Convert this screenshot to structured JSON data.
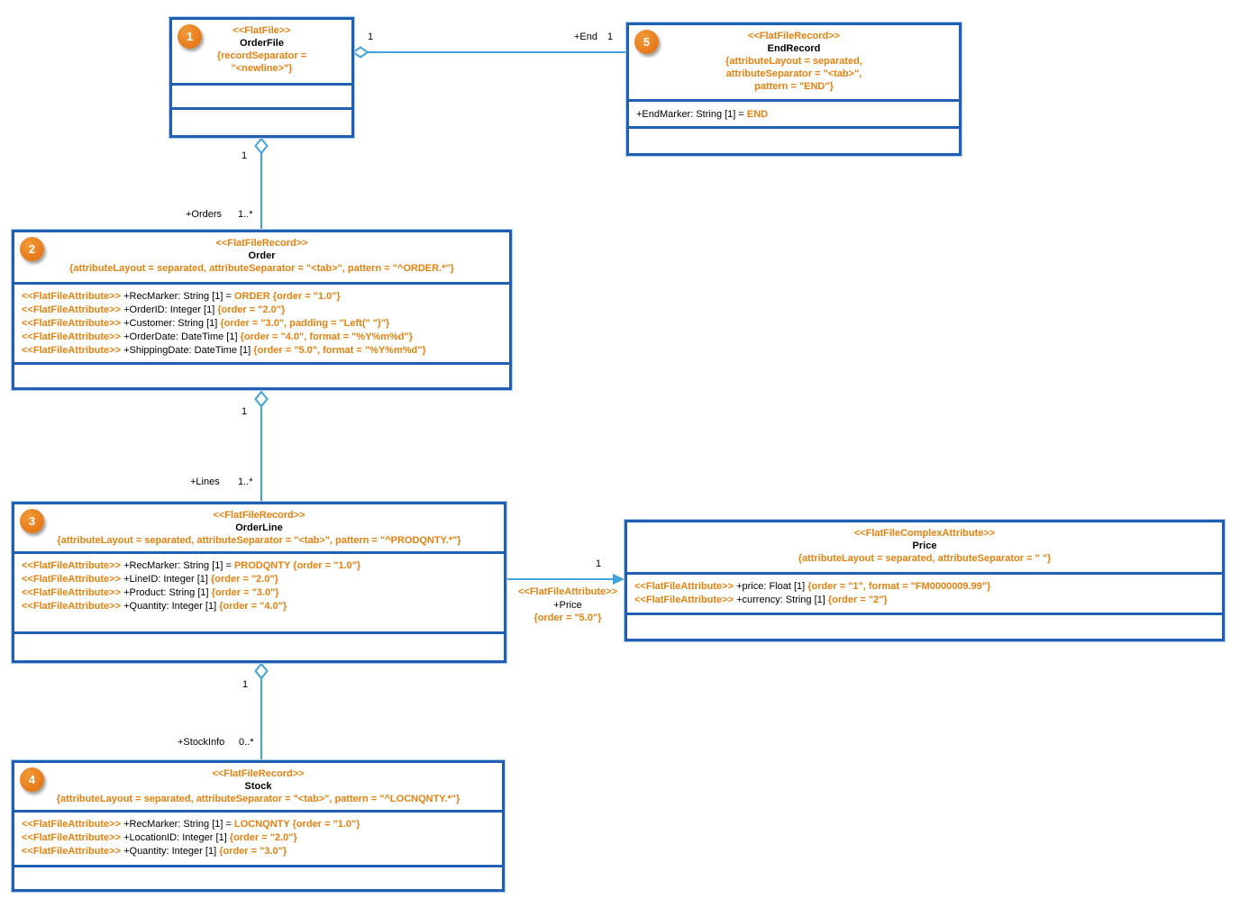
{
  "colors": {
    "box_border_blue": "#1F5FB4",
    "box_border_halo": "#AECBEC",
    "accent_orange": "#E8800E",
    "connector_blue": "#41A3DC",
    "badge_orange": "#E87E1E",
    "background": "#FFFFFF"
  },
  "boxes": {
    "orderfile": {
      "badge": "1",
      "stereotype": "<<FlatFile>>",
      "name": "OrderFile",
      "constraint_lines": [
        "{recordSeparator =",
        "\"<newline>\"}"
      ]
    },
    "endrecord": {
      "badge": "5",
      "stereotype": "<<FlatFileRecord>>",
      "name": "EndRecord",
      "constraint_lines": [
        "{attributeLayout = separated,",
        "attributeSeparator = \"<tab>\",",
        "pattern = \"END\"}"
      ],
      "attributes": [
        {
          "stereo": "",
          "text": "+EndMarker: String [1] = ",
          "value": "END"
        }
      ]
    },
    "order": {
      "badge": "2",
      "stereotype": "<<FlatFileRecord>>",
      "name": "Order",
      "constraint_lines": [
        "{attributeLayout = separated, attributeSeparator = \"<tab>\", pattern = \"^ORDER.*\"}"
      ],
      "attributes": [
        {
          "stereo": "<<FlatFileAttribute>>",
          "text": " +RecMarker: String [1] = ",
          "value": "ORDER {order = \"1.0\"}"
        },
        {
          "stereo": "<<FlatFileAttribute>>",
          "text": " +OrderID: Integer [1] ",
          "value": "{order = \"2.0\"}"
        },
        {
          "stereo": "<<FlatFileAttribute>>",
          "text": " +Customer: String [1] ",
          "value": "{order = \"3.0\", padding = \"Left(\" \")\"}"
        },
        {
          "stereo": "<<FlatFileAttribute>>",
          "text": " +OrderDate: DateTime [1] ",
          "value": "{order = \"4.0\", format = \"%Y%m%d\"}"
        },
        {
          "stereo": "<<FlatFileAttribute>>",
          "text": " +ShippingDate: DateTime [1] ",
          "value": "{order = \"5.0\", format = \"%Y%m%d\"}"
        }
      ]
    },
    "orderline": {
      "badge": "3",
      "stereotype": "<<FlatFileRecord>>",
      "name": "OrderLine",
      "constraint_lines": [
        "{attributeLayout = separated, attributeSeparator = \"<tab>\", pattern = \"^PRODQNTY.*\"}"
      ],
      "attributes": [
        {
          "stereo": "<<FlatFileAttribute>>",
          "text": " +RecMarker: String [1] = ",
          "value": "PRODQNTY {order = \"1.0\"}"
        },
        {
          "stereo": "<<FlatFileAttribute>>",
          "text": " +LineID: Integer [1] ",
          "value": "{order = \"2.0\"}"
        },
        {
          "stereo": "<<FlatFileAttribute>>",
          "text": " +Product: String [1] ",
          "value": "{order = \"3.0\"}"
        },
        {
          "stereo": "<<FlatFileAttribute>>",
          "text": " +Quantity: Integer [1] ",
          "value": "{order = \"4.0\"}"
        }
      ]
    },
    "stock": {
      "badge": "4",
      "stereotype": "<<FlatFileRecord>>",
      "name": "Stock",
      "constraint_lines": [
        "{attributeLayout = separated, attributeSeparator = \"<tab>\", pattern = \"^LOCNQNTY.*\"}"
      ],
      "attributes": [
        {
          "stereo": "<<FlatFileAttribute>>",
          "text": " +RecMarker: String [1] = ",
          "value": "LOCNQNTY {order = \"1.0\"}"
        },
        {
          "stereo": "<<FlatFileAttribute>>",
          "text": " +LocationID: Integer [1] ",
          "value": "{order = \"2.0\"}"
        },
        {
          "stereo": "<<FlatFileAttribute>>",
          "text": " +Quantity: Integer [1] ",
          "value": "{order = \"3.0\"}"
        }
      ]
    },
    "price": {
      "stereotype": "<<FlatFileComplexAttribute>>",
      "name": "Price",
      "constraint_lines": [
        "{attributeLayout = separated, attributeSeparator = \" \"}"
      ],
      "attributes": [
        {
          "stereo": "<<FlatFileAttribute>>",
          "text": " +price: Float [1] ",
          "value": "{order = \"1\", format = \"FM0000009.99\"}"
        },
        {
          "stereo": "<<FlatFileAttribute>>",
          "text": " +currency: String [1] ",
          "value": "{order = \"2\"}"
        }
      ]
    }
  },
  "connectors": {
    "file_end": {
      "mult_source": "1",
      "role": "+End",
      "mult_target": "1"
    },
    "file_orders": {
      "mult_source": "1",
      "role": "+Orders",
      "mult_target": "1..*"
    },
    "order_lines": {
      "mult_source": "1",
      "role": "+Lines",
      "mult_target": "1..*"
    },
    "line_stock": {
      "mult_source": "1",
      "role": "+StockInfo",
      "mult_target": "0..*"
    },
    "line_price": {
      "mult_target": "1",
      "stereotype": "<<FlatFileAttribute>>",
      "role": "+Price",
      "order_tag": "{order = \"5.0\"}"
    }
  }
}
